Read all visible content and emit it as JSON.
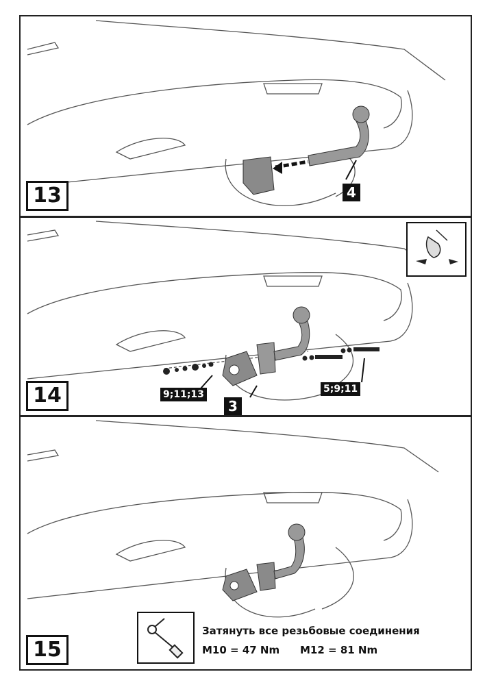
{
  "steps": [
    {
      "number": "13",
      "labels": {
        "part": "4"
      }
    },
    {
      "number": "14",
      "labels": {
        "part": "3",
        "left_fasteners": "9;11;13",
        "right_fasteners": "5;9;11"
      }
    },
    {
      "number": "15",
      "torque": {
        "instruction": "Затянуть все резьбовые соединения",
        "m10": "M10 = 47 Nm",
        "m12": "M12 = 81 Nm"
      }
    }
  ],
  "colors": {
    "line": "#555555",
    "part_fill": "#8a8a8a",
    "label_bg": "#111111"
  }
}
